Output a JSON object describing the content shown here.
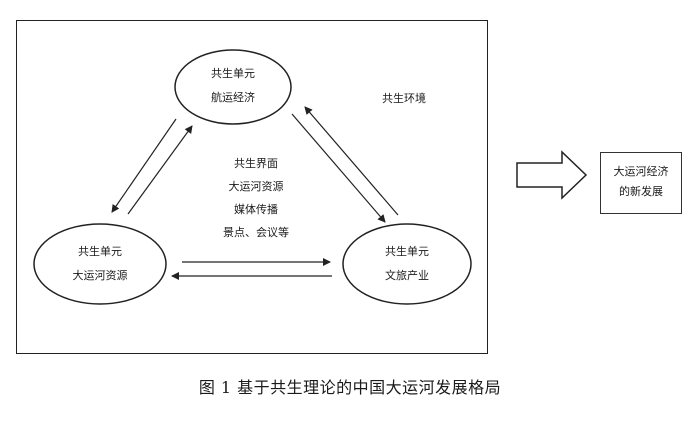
{
  "nodes": {
    "top": {
      "line1": "共生单元",
      "line2": "航运经济"
    },
    "left": {
      "line1": "共生单元",
      "line2": "大运河资源"
    },
    "right": {
      "line1": "共生单元",
      "line2": "文旅产业"
    }
  },
  "interface": {
    "line1": "共生界面",
    "line2": "大运河资源",
    "line3": "媒体传播",
    "line4": "景点、会议等"
  },
  "environment": "共生环境",
  "result": {
    "line1": "大运河经济",
    "line2": "的新发展"
  },
  "caption": "图 1 基于共生理论的中国大运河发展格局",
  "colors": {
    "stroke": "#222222",
    "background": "#ffffff"
  }
}
